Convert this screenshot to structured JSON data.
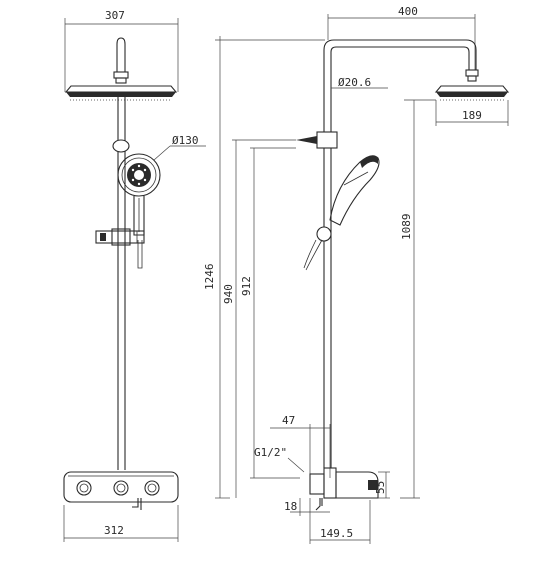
{
  "dimensions": {
    "front_head_width": "307",
    "handshower_diameter": "Ø130",
    "front_total_height": "1246",
    "front_base_width": "312",
    "side_arm_length": "400",
    "pipe_diameter": "Ø20.6",
    "side_head_width": "189",
    "head_height": "1089",
    "side_height_940": "940",
    "side_height_912": "912",
    "inlet_offset": "47",
    "inlet_thread": "G1/2\"",
    "inlet_depth": "18",
    "wall_offset": "149.5",
    "valve_height": "55"
  }
}
